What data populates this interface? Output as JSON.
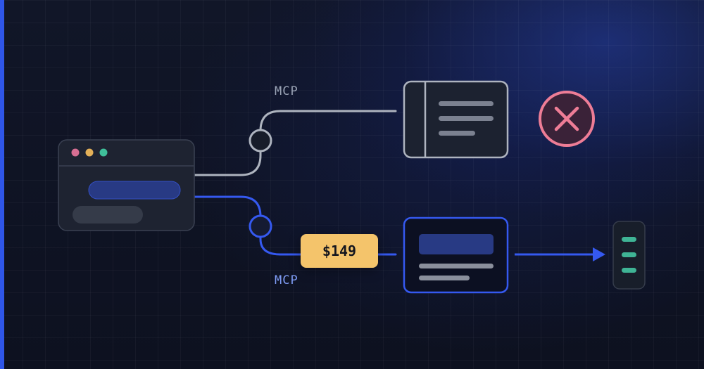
{
  "diagram": {
    "top_route_label": "MCP",
    "bottom_route_label": "MCP",
    "price_tag": "$149"
  },
  "colors": {
    "accent_blue": "#3559f0",
    "muted_gray": "#aeb4bf",
    "price_yellow": "#f4c46b",
    "reject_pink": "#ee7d96",
    "success_green": "#3fb495"
  },
  "icons": [
    "window-dots-icon",
    "close-circle-icon",
    "arrow-right-icon",
    "list-icon"
  ]
}
